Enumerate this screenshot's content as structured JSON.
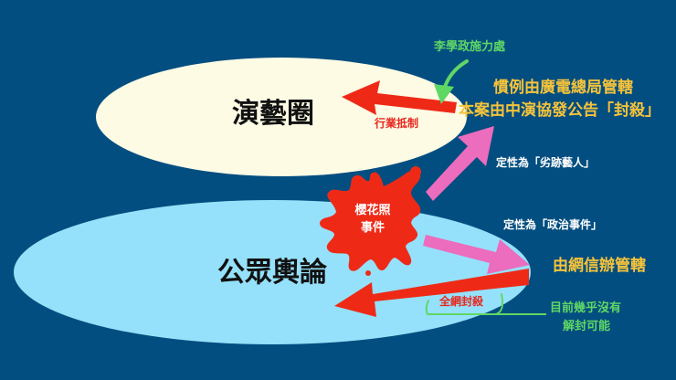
{
  "colors": {
    "background": "#034e80",
    "upper_ellipse": "#fdfbe4",
    "lower_ellipse": "#95e1fb",
    "red_arrow": "#ee2a17",
    "pink_arrow": "#ec6cbd",
    "green_accent": "#5fd765",
    "yellow_text": "#f7c33a"
  },
  "upper_circle": {
    "title": "演藝圈",
    "arrow_label": "行業抵制"
  },
  "lower_circle": {
    "title": "公眾輿論",
    "arrow_label": "全網封殺"
  },
  "event": {
    "line1": "櫻花照",
    "line2": "事件"
  },
  "annotations": {
    "pressure_point": "李學政施力處",
    "industry_line1": "慣例由廣電總局管轄",
    "industry_line2": "本案由中演協發公告「封殺」",
    "industry_characterized": "定性為「劣跡藝人」",
    "public_characterized": "定性為「政治事件」",
    "public_jurisdiction": "由網信辦管轄",
    "no_reversal_line1": "目前幾乎沒有",
    "no_reversal_line2": "解封可能"
  }
}
